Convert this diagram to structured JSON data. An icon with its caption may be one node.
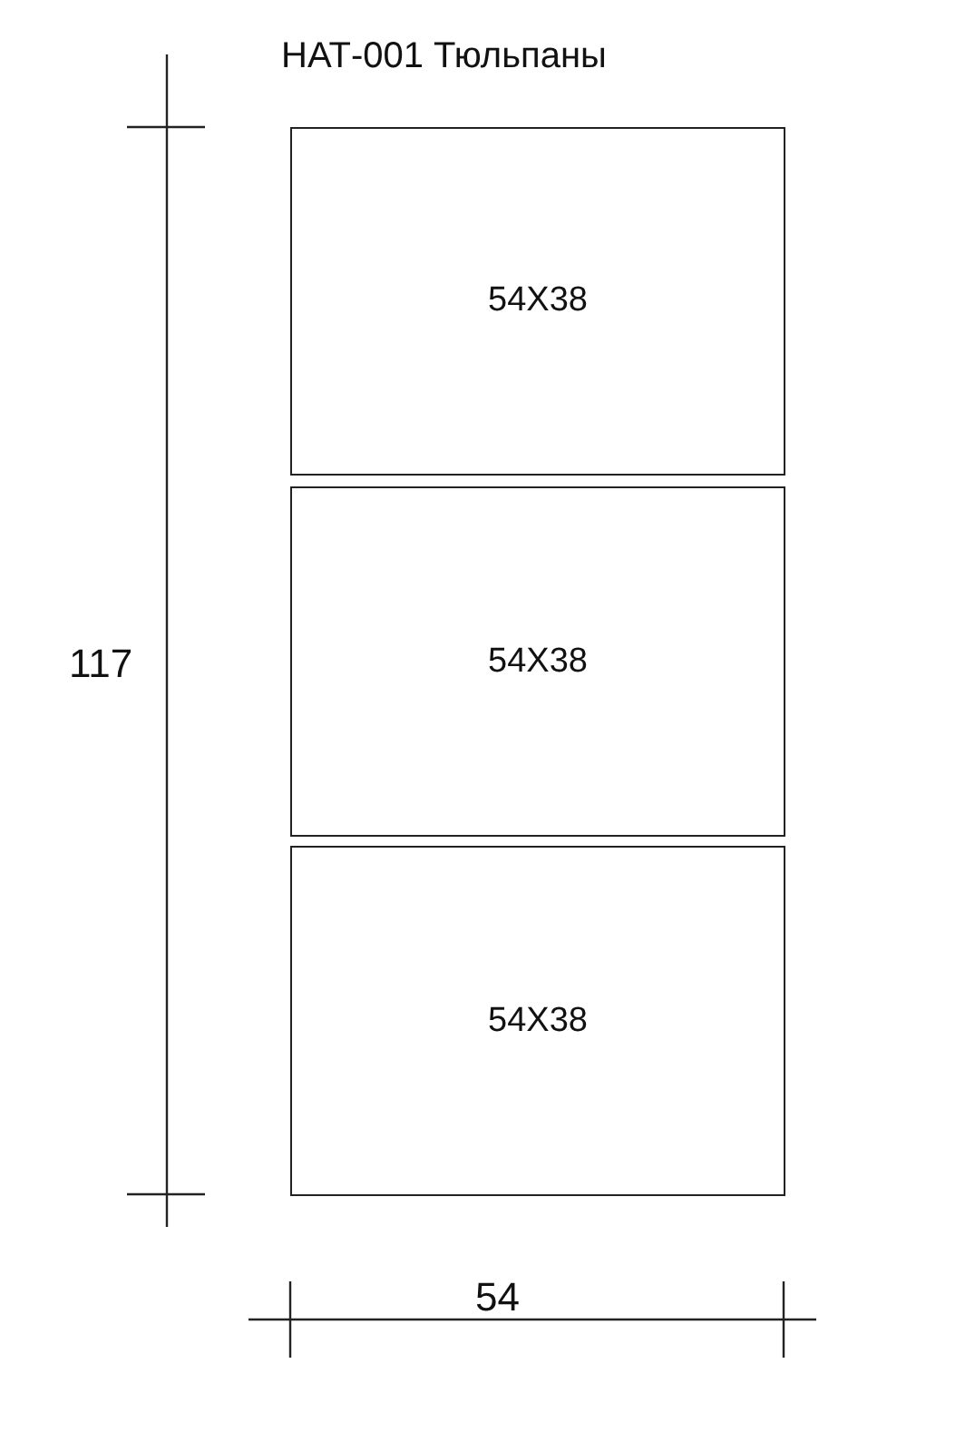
{
  "diagram": {
    "title": "НАТ-001 Тюльпаны",
    "nodes": [
      {
        "text": [
          "54X38"
        ]
      },
      {
        "text": [
          "54X38"
        ]
      },
      {
        "text": [
          "54X38"
        ]
      }
    ],
    "labels": [
      "117",
      "54"
    ]
  }
}
